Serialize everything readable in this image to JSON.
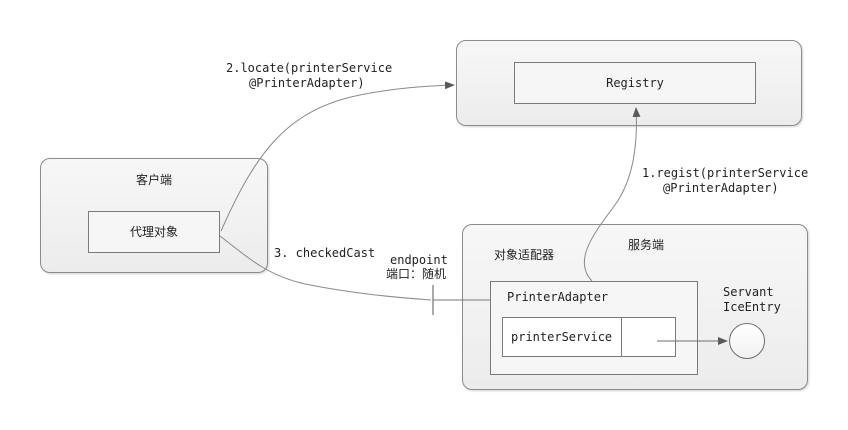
{
  "client": {
    "title": "客户端",
    "proxy_label": "代理对象"
  },
  "registry": {
    "label": "Registry"
  },
  "server": {
    "title": "服务端",
    "adapter_group_label": "对象适配器",
    "adapter_label": "PrinterAdapter",
    "service_label": "printerService",
    "servant_line1": "Servant",
    "servant_line2": "IceEntry"
  },
  "edges": {
    "locate_line1": "2.locate(printerService",
    "locate_line2": "@PrinterAdapter)",
    "regist_line1": "1.regist(printerService",
    "regist_line2": "@PrinterAdapter)",
    "checked_cast": "3. checkedCast",
    "endpoint_line1": "endpoint",
    "endpoint_line2": "端口：随机"
  },
  "colors": {
    "line": "#8a8a8a",
    "arrow": "#5a5a5a"
  }
}
